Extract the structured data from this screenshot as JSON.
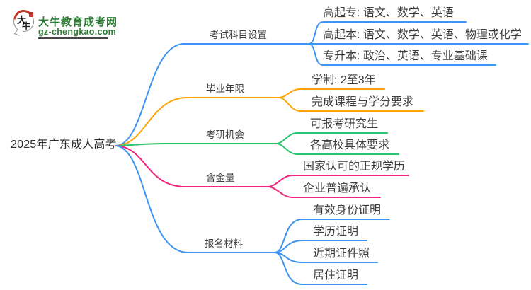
{
  "logo": {
    "icon_char1": "大",
    "icon_char2": "牛",
    "title": "大牛教育成考网",
    "subtitle": "gz-chengkao.com",
    "brand_green": "#2d7d35",
    "seal_red": "#c5352b"
  },
  "root": {
    "label": "2025年广东成人高考"
  },
  "branches": [
    {
      "label": "考试科目设置",
      "color": "#3e94f2",
      "children": [
        {
          "label": "高起专: 语文、数学、英语"
        },
        {
          "label": "高起本: 语文、数学、英语、物理或化学"
        },
        {
          "label": "专升本: 政治、英语、专业基础课"
        }
      ]
    },
    {
      "label": "毕业年限",
      "color": "#ffa402",
      "children": [
        {
          "label": "学制: 2至3年"
        },
        {
          "label": "完成课程与学分要求"
        }
      ]
    },
    {
      "label": "考研机会",
      "color": "#2ac46e",
      "children": [
        {
          "label": "可报考研究生"
        },
        {
          "label": "各高校具体要求"
        }
      ]
    },
    {
      "label": "含金量",
      "color": "#f3257c",
      "children": [
        {
          "label": "国家认可的正规学历"
        },
        {
          "label": "企业普遍承认"
        }
      ]
    },
    {
      "label": "报名材料",
      "color": "#3e94f2",
      "children": [
        {
          "label": "有效身份证明"
        },
        {
          "label": "学历证明"
        },
        {
          "label": "近期证件照"
        },
        {
          "label": "居住证明"
        }
      ]
    }
  ]
}
